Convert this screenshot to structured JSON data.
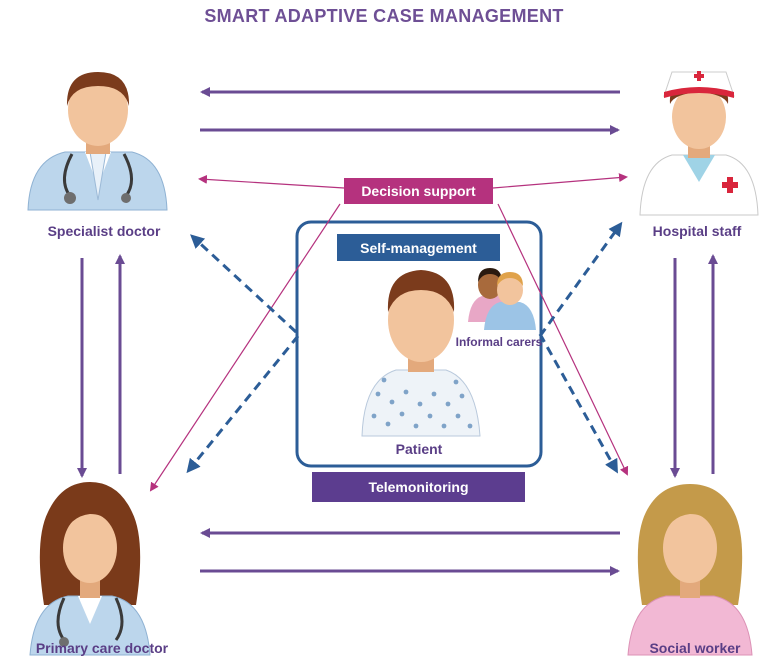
{
  "title": "SMART ADAPTIVE CASE MANAGEMENT",
  "roles": {
    "specialist": "Specialist doctor",
    "hospital": "Hospital staff",
    "primary": "Primary care doctor",
    "social": "Social worker"
  },
  "center": {
    "decision_support": "Decision support",
    "self_management": "Self-management",
    "telemonitoring": "Telemonitoring",
    "patient": "Patient",
    "informal_carers": "Informal carers"
  },
  "icons": [
    "specialist-doctor-icon",
    "hospital-staff-icon",
    "primary-care-doctor-icon",
    "social-worker-icon",
    "patient-icon",
    "informal-carers-icon"
  ],
  "colors": {
    "title": "#6e4f95",
    "purple_arrow": "#6a4b93",
    "pink_arrow": "#b5327e",
    "blue_dashed": "#2c5d97",
    "decision_chip": "#b5327e",
    "self_chip": "#2c5d97",
    "tele_chip": "#5c3d8f"
  }
}
